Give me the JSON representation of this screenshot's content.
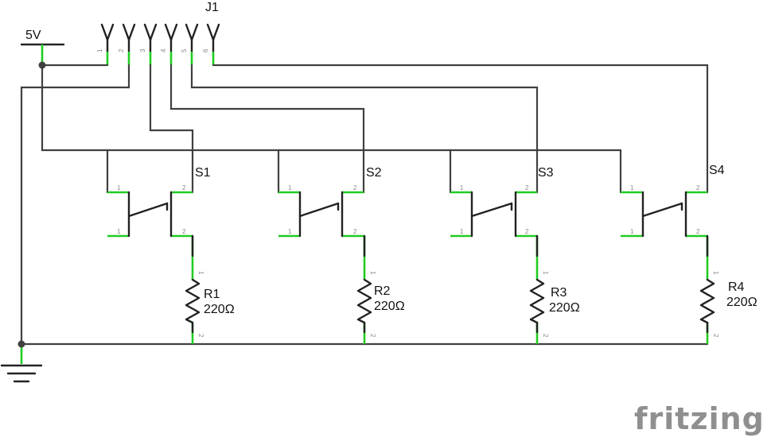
{
  "power": {
    "label": "5V"
  },
  "header": {
    "ref": "J1",
    "pins": [
      "1",
      "2",
      "3",
      "4",
      "5",
      "6"
    ]
  },
  "switches": [
    {
      "ref": "S1",
      "pin_left": "1",
      "pin_right": "2"
    },
    {
      "ref": "S2",
      "pin_left": "1",
      "pin_right": "2"
    },
    {
      "ref": "S3",
      "pin_left": "1",
      "pin_right": "2"
    },
    {
      "ref": "S4",
      "pin_left": "1",
      "pin_right": "2"
    }
  ],
  "resistors": [
    {
      "ref": "R1",
      "value": "220Ω",
      "pin_top": "1",
      "pin_bottom": "2"
    },
    {
      "ref": "R2",
      "value": "220Ω",
      "pin_top": "1",
      "pin_bottom": "2"
    },
    {
      "ref": "R3",
      "value": "220Ω",
      "pin_top": "1",
      "pin_bottom": "2"
    },
    {
      "ref": "R4",
      "value": "220Ω",
      "pin_top": "1",
      "pin_bottom": "2"
    }
  ],
  "brand": {
    "name": "fritzing"
  }
}
